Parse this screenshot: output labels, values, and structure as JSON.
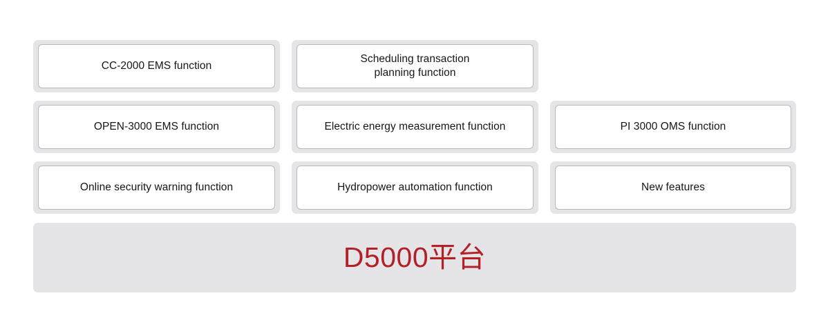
{
  "diagram": {
    "background_color": "#ffffff",
    "cell_container_color": "#e5e5e7",
    "cell_face_color": "#ffffff",
    "cell_border_color": "#b9b9bb",
    "accent_color": "#b22028",
    "rows": [
      {
        "cells": [
          {
            "label": "CC-2000 EMS function",
            "present": true
          },
          {
            "label": "Scheduling transaction\nplanning function",
            "present": true
          },
          {
            "label": "",
            "present": false
          }
        ]
      },
      {
        "cells": [
          {
            "label": "OPEN-3000 EMS function",
            "present": true
          },
          {
            "label": "Electric energy measurement function",
            "present": true
          },
          {
            "label": "PI 3000 OMS function",
            "present": true
          }
        ]
      },
      {
        "cells": [
          {
            "label": "Online security warning function",
            "present": true
          },
          {
            "label": "Hydropower automation function",
            "present": true
          },
          {
            "label": "New features",
            "present": true
          }
        ]
      }
    ],
    "banner": {
      "title": "D5000平台"
    }
  }
}
